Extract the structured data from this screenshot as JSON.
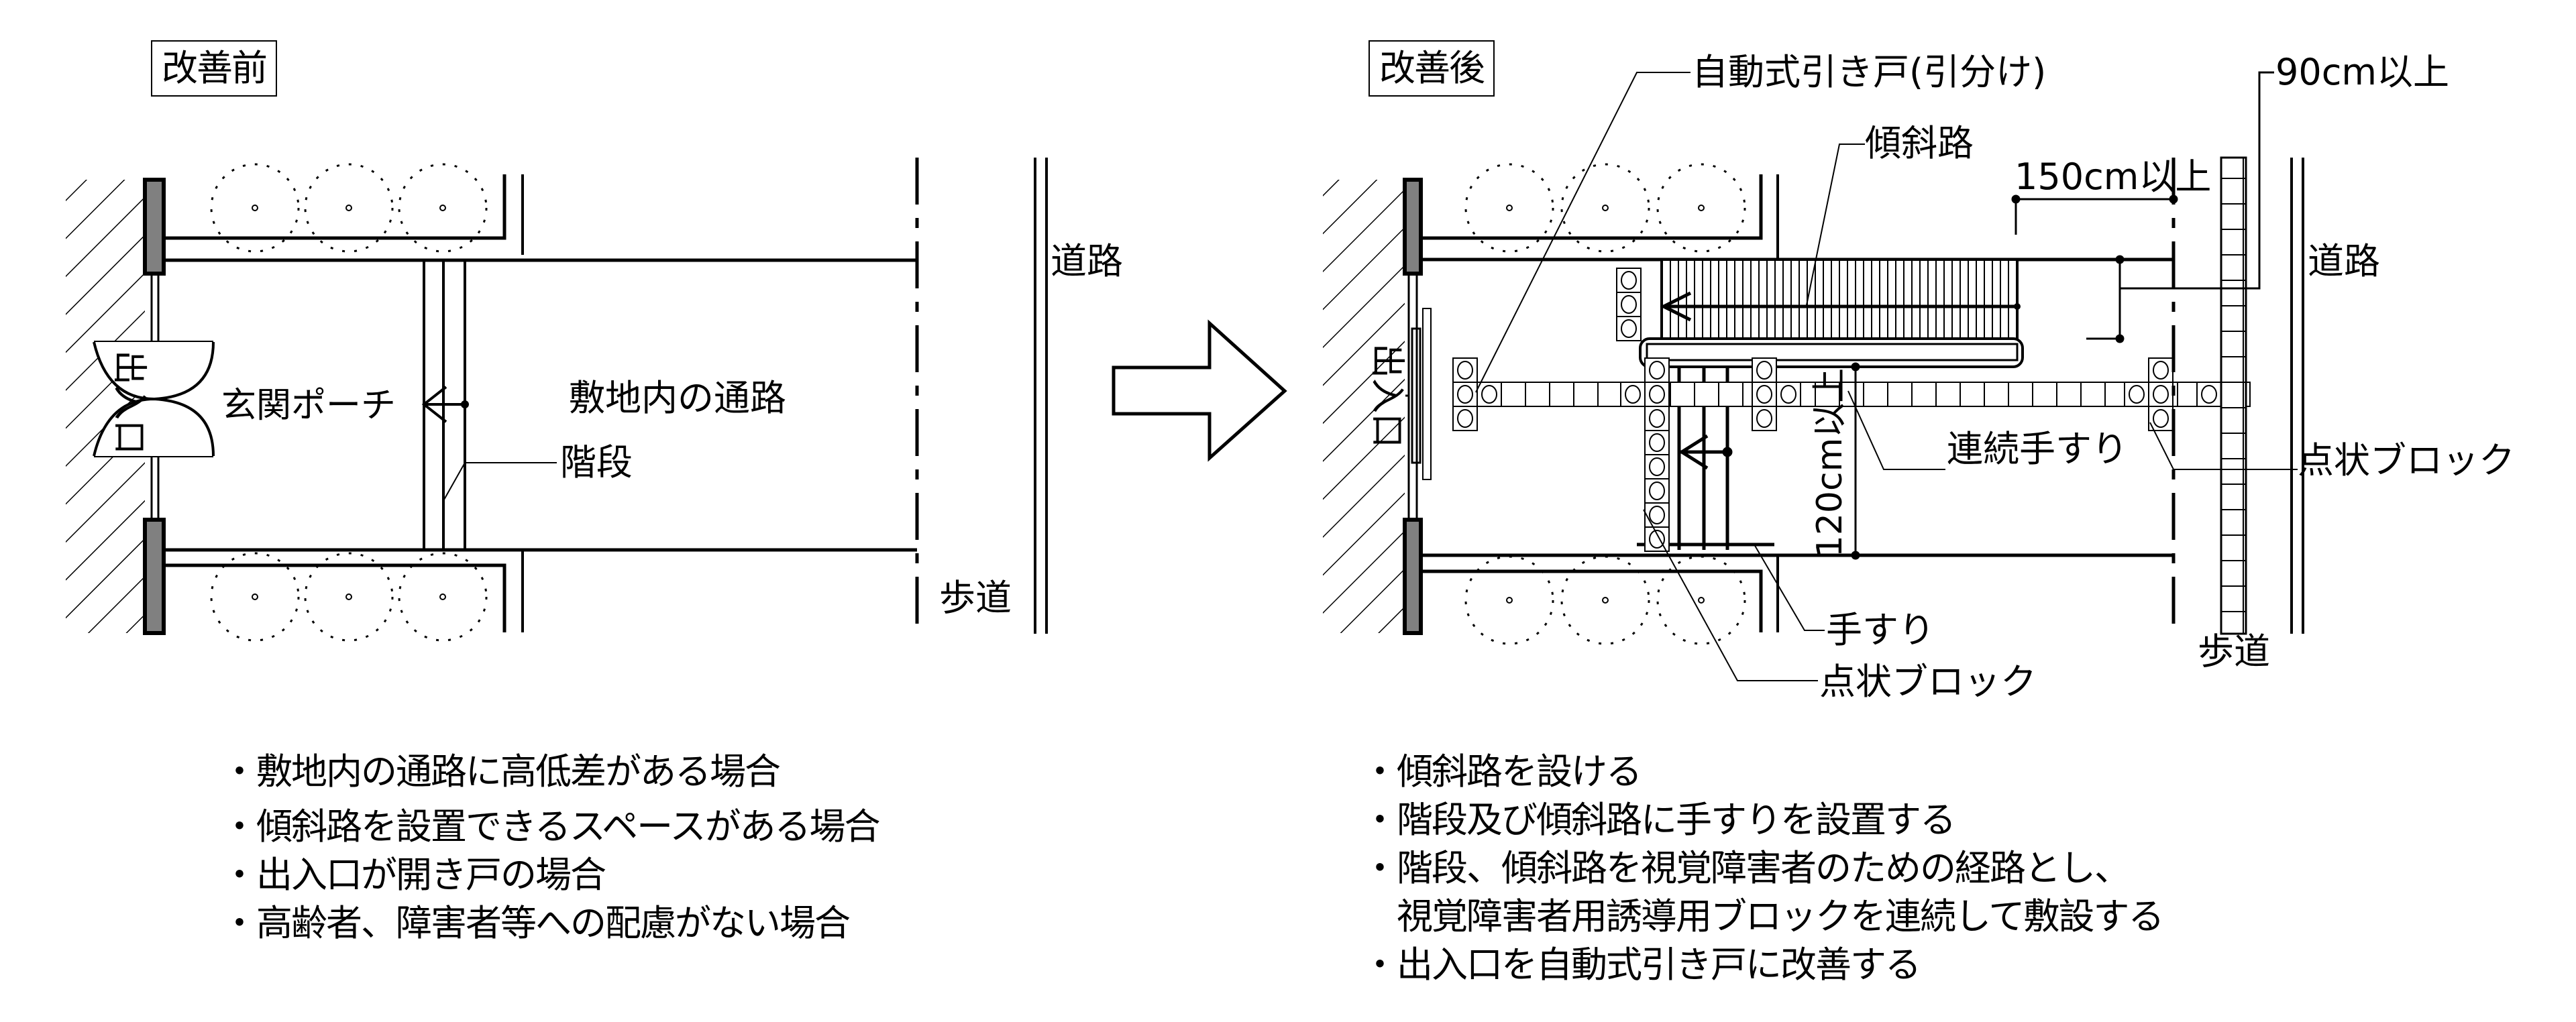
{
  "before": {
    "title": "改善前",
    "labels": {
      "entrance": "出入口",
      "porch": "玄関ポーチ",
      "site_path": "敷地内の通路",
      "stairs": "階段",
      "road": "道路",
      "sidewalk": "歩道"
    },
    "conditions": [
      "敷地内の通路に高低差がある場合",
      "傾斜路を設置できるスペースがある場合",
      "出入口が開き戸の場合",
      "高齢者、障害者等への配慮がない場合"
    ]
  },
  "after": {
    "title": "改善後",
    "labels": {
      "entrance": "出入口",
      "auto_door": "自動式引き戸(引分け)",
      "ramp": "傾斜路",
      "ramp_width": "150cm以上",
      "landing_width": "90cm以上",
      "stair_width": "120cm以上",
      "continuous_handrail": "連続手すり",
      "tactile_block_right": "点状ブロック",
      "handrail": "手すり",
      "tactile_block_bottom": "点状ブロック",
      "road": "道路",
      "sidewalk": "歩道"
    },
    "improvements": [
      {
        "text": "傾斜路を設ける",
        "bullet": true
      },
      {
        "text": "階段及び傾斜路に手すりを設置する",
        "bullet": true
      },
      {
        "text": "階段、傾斜路を視覚障害者のための経路とし、",
        "bullet": true
      },
      {
        "text": "視覚障害者用誘導用ブロックを連続して敷設する",
        "bullet": false
      },
      {
        "text": "出入口を自動式引き戸に改善する",
        "bullet": true
      }
    ]
  },
  "transition_arrow": "right-arrow-icon",
  "colors": {
    "line": "#000000",
    "wall_fill": "#808080",
    "background": "#ffffff"
  }
}
